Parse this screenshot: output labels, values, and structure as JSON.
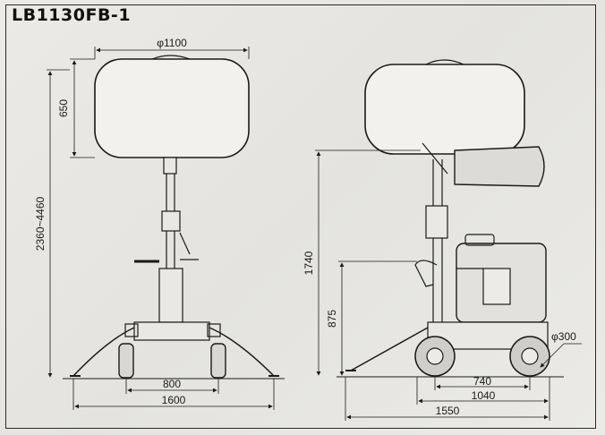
{
  "title": "LB1130FB-1",
  "front_view": {
    "balloon_diameter": "φ1100",
    "balloon_height": "650",
    "total_height_range": "2360~4460",
    "wheel_track": "800",
    "outrigger_span": "1600"
  },
  "side_view": {
    "height_to_balloon": "1740",
    "handle_height": "875",
    "wheel_diameter": "φ300",
    "wheelbase": "740",
    "body_length": "1040",
    "overall_length": "1550"
  },
  "colors": {
    "line": "#1a1a1a",
    "paper": "#e9e8e4"
  }
}
